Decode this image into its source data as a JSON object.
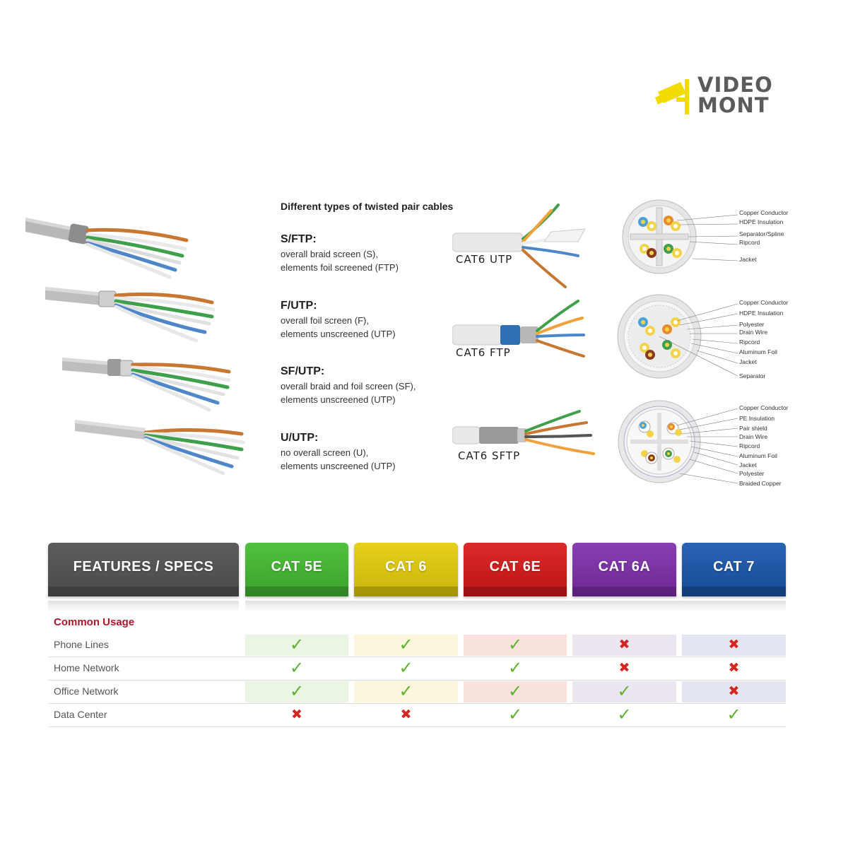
{
  "logo": {
    "line1": "VIDEO",
    "line2": "MONT",
    "accent_color": "#f2dc00",
    "icon": "cctv-camera-icon"
  },
  "diagram": {
    "heading": "Different types of twisted pair cables",
    "types": [
      {
        "name": "S/FTP:",
        "line1": "overall braid screen (S),",
        "line2": "elements foil screened (FTP)"
      },
      {
        "name": "F/UTP:",
        "line1": "overall foil screen (F),",
        "line2": "elements unscreened (UTP)"
      },
      {
        "name": "SF/UTP:",
        "line1": "overall braid and foil screen (SF),",
        "line2": "elements unscreened (UTP)"
      },
      {
        "name": "U/UTP:",
        "line1": "no overall screen (U),",
        "line2": "elements unscreened (UTP)"
      }
    ],
    "cables": [
      {
        "label": "CAT6  UTP"
      },
      {
        "label": "CAT6  FTP"
      },
      {
        "label": "CAT6  SFTP"
      }
    ],
    "cross_sections": [
      {
        "labels": [
          "Copper Conductor",
          "HDPE Insulation",
          "Separator/Spline",
          "Ripcord",
          "Jacket"
        ]
      },
      {
        "labels": [
          "Copper Conductor",
          "HDPE Insulation",
          "Polyester",
          "Drain Wire",
          "Ripcord",
          "Aluminum Foil",
          "Jacket",
          "Separator"
        ]
      },
      {
        "labels": [
          "Copper Conductor",
          "PE Insulation",
          "Pair shield",
          "Drain Wire",
          "Ripcord",
          "Aluminum Foil",
          "Jacket",
          "Polyester",
          "Braided Copper"
        ]
      }
    ]
  },
  "table": {
    "features_header": "FEATURES / SPECS",
    "columns": [
      {
        "name": "CAT 5E",
        "color": "#3aa02c",
        "tint": "#eaf5e4"
      },
      {
        "name": "CAT 6",
        "color": "#d4bf10",
        "tint": "#fbf6dc"
      },
      {
        "name": "CAT 6E",
        "color": "#c51a1a",
        "tint": "#fae3dc"
      },
      {
        "name": "CAT 6A",
        "color": "#7a2fa0",
        "tint": "#ece6f0"
      },
      {
        "name": "CAT 7",
        "color": "#1d52a0",
        "tint": "#e3e6f0"
      }
    ],
    "section": "Common Usage",
    "rows": [
      {
        "label": "Phone Lines",
        "values": [
          true,
          true,
          true,
          false,
          false
        ]
      },
      {
        "label": "Home Network",
        "values": [
          true,
          true,
          true,
          false,
          false
        ]
      },
      {
        "label": "Office Network",
        "values": [
          true,
          true,
          true,
          true,
          false
        ]
      },
      {
        "label": "Data Center",
        "values": [
          false,
          false,
          true,
          true,
          true
        ]
      }
    ],
    "yes_symbol": "✓",
    "no_symbol": "✖"
  }
}
